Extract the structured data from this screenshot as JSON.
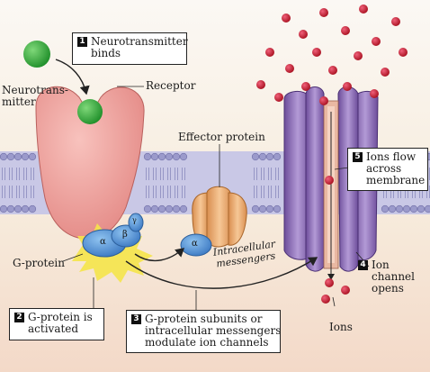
{
  "labels": {
    "neurotransmitter": "Neurotrans-\nmitter",
    "receptor": "Receptor",
    "effector_protein": "Effector protein",
    "g_protein": "G-protein",
    "ions": "Ions",
    "intracellular_messengers": "Intracellular\nmessengers",
    "alpha": "α",
    "beta": "β",
    "gamma": "γ"
  },
  "steps": [
    {
      "number": "1",
      "text": "Neurotransmitter\nbinds"
    },
    {
      "number": "2",
      "text": "G-protein is\nactivated"
    },
    {
      "number": "3",
      "text": "G-protein subunits or\nintracellular messengers\nmodulate ion channels"
    },
    {
      "number": "4",
      "text": "Ion\nchannel\nopens"
    },
    {
      "number": "5",
      "text": "Ions flow\nacross\nmembrane"
    }
  ],
  "colors": {
    "receptor": "#f2a3a0",
    "neurotransmitter": "#3cb043",
    "membrane": "#a9a9d6",
    "effector": "#f0b27a",
    "g_protein": "#5b9bd5",
    "channel": "#8a6bb5",
    "ions": "#c0182a",
    "activation_burst": "#f5e44a"
  }
}
